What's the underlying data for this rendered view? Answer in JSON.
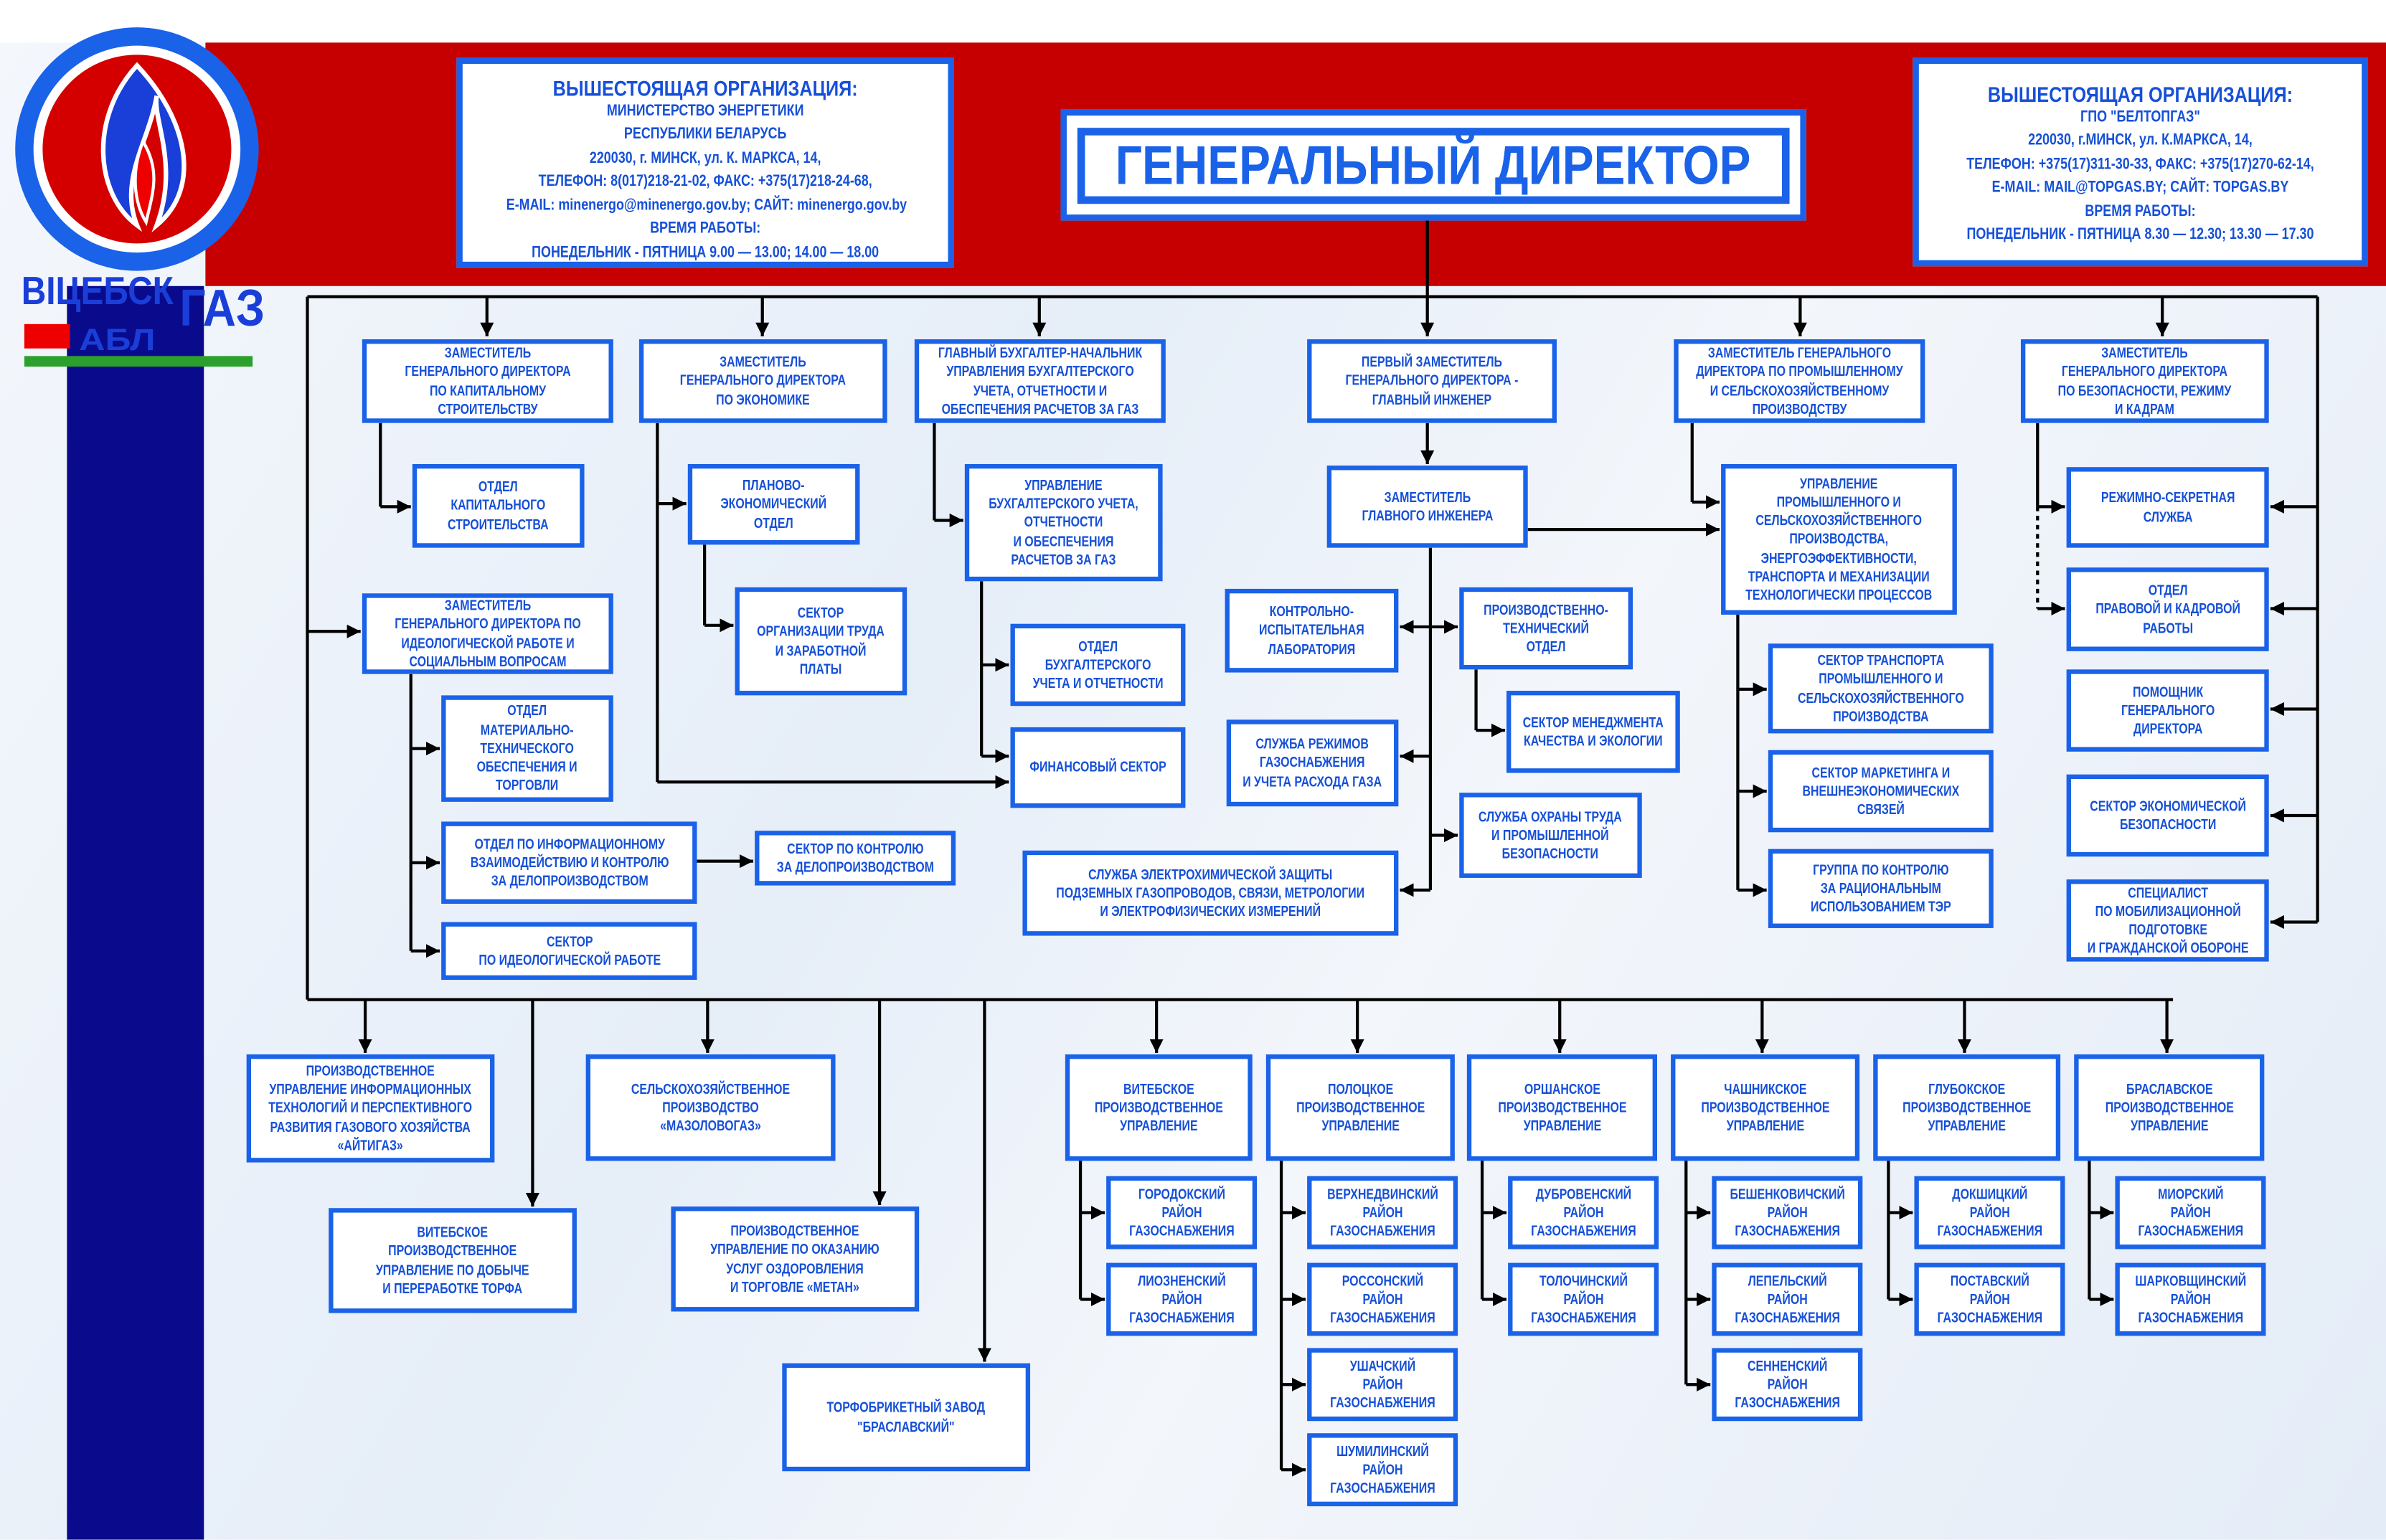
{
  "logo": {
    "text_top": "ВІЦЕБСК",
    "text_bottom": "АБЛ",
    "text_side": "ГАЗ"
  },
  "header": {
    "general_director": "ГЕНЕРАЛЬНЫЙ ДИРЕКТОР",
    "left_org": {
      "title": "ВЫШЕСТОЯЩАЯ ОРГАНИЗАЦИЯ:",
      "lines": [
        "МИНИСТЕРСТВО ЭНЕРГЕТИКИ",
        "РЕСПУБЛИКИ БЕЛАРУСЬ",
        "220030, г. МИНСК, ул. К. МАРКСА, 14,",
        "ТЕЛЕФОН: 8(017)218-21-02, ФАКС: +375(17)218-24-68,",
        "E-MAIL: minenergo@minenergo.gov.by; САЙТ: minenergo.gov.by",
        "ВРЕМЯ РАБОТЫ:",
        "ПОНЕДЕЛЬНИК - ПЯТНИЦА  9.00 — 13.00; 14.00 — 18.00"
      ]
    },
    "right_org": {
      "title": "ВЫШЕСТОЯЩАЯ ОРГАНИЗАЦИЯ:",
      "lines": [
        "ГПО \"БЕЛТОПГАЗ\"",
        "220030, г.МИНСК, ул. К.МАРКСА, 14,",
        "ТЕЛЕФОН: +375(17)311-30-33, ФАКС: +375(17)270-62-14,",
        "E-MAIL: MAIL@TOPGAS.BY; САЙТ: TOPGAS.BY",
        "ВРЕМЯ РАБОТЫ:",
        "ПОНЕДЕЛЬНИК - ПЯТНИЦА  8.30 — 12.30; 13.30 — 17.30"
      ]
    }
  },
  "nodes": {
    "dep_capital": "ЗАМЕСТИТЕЛЬ\nГЕНЕРАЛЬНОГО ДИРЕКТОРА\nПО КАПИТАЛЬНОМУ\nСТРОИТЕЛЬСТВУ",
    "dep_economy": "ЗАМЕСТИТЕЛЬ\nГЕНЕРАЛЬНОГО ДИРЕКТОРА\nПО ЭКОНОМИКЕ",
    "chief_accountant": "ГЛАВНЫЙ БУХГАЛТЕР-НАЧАЛЬНИК\nУПРАВЛЕНИЯ БУХГАЛТЕРСКОГО\nУЧЕТА, ОТЧЕТНОСТИ И\nОБЕСПЕЧЕНИЯ РАСЧЕТОВ ЗА ГАЗ",
    "first_deputy": "ПЕРВЫЙ ЗАМЕСТИТЕЛЬ\nГЕНЕРАЛЬНОГО ДИРЕКТОРА -\nГЛАВНЫЙ ИНЖЕНЕР",
    "dep_industry": "ЗАМЕСТИТЕЛЬ ГЕНЕРАЛЬНОГО\nДИРЕКТОРА ПО ПРОМЫШЛЕННОМУ\nИ СЕЛЬСКОХОЗЯЙСТВЕННОМУ\nПРОИЗВОДСТВУ",
    "dep_security": "ЗАМЕСТИТЕЛЬ\nГЕНЕРАЛЬНОГО ДИРЕКТОРА\nПО  БЕЗОПАСНОСТИ, РЕЖИМУ\nИ КАДРАМ",
    "capital_dept": "ОТДЕЛ\nКАПИТАЛЬНОГО\nСТРОИТЕЛЬСТВА",
    "dep_ideology": "ЗАМЕСТИТЕЛЬ\nГЕНЕРАЛЬНОГО ДИРЕКТОРА ПО\nИДЕОЛОГИЧЕСКОЙ РАБОТЕ И\nСОЦИАЛЬНЫМ ВОПРОСАМ",
    "supply_dept": "ОТДЕЛ\nМАТЕРИАЛЬНО-\nТЕХНИЧЕСКОГО\nОБЕСПЕЧЕНИЯ И\nТОРГОВЛИ",
    "info_dept": "ОТДЕЛ ПО ИНФОРМАЦИОННОМУ\nВЗАИМОДЕЙСТВИЮ И КОНТРОЛЮ\nЗА ДЕЛОПРОИЗВОДСТВОМ",
    "records_sector": "СЕКТОР ПО КОНТРОЛЮ\nЗА ДЕЛОПРОИЗВОДСТВОМ",
    "ideology_sector": "СЕКТОР\nПО ИДЕОЛОГИЧЕСКОЙ РАБОТЕ",
    "planning_dept": "ПЛАНОВО-\nЭКОНОМИЧЕСКИЙ\nОТДЕЛ",
    "labor_sector": "СЕКТОР\nОРГАНИЗАЦИИ ТРУДА\nИ ЗАРАБОТНОЙ\nПЛАТЫ",
    "accounting_mgmt": "УПРАВЛЕНИЕ\nБУХГАЛТЕРСКОГО УЧЕТА,\nОТЧЕТНОСТИ\nИ ОБЕСПЕЧЕНИЯ\nРАСЧЕТОВ ЗА ГАЗ",
    "accounting_dept": "ОТДЕЛ\nБУХГАЛТЕРСКОГО\nУЧЕТА И ОТЧЕТНОСТИ",
    "finance_sector": "ФИНАНСОВЫЙ СЕКТОР",
    "deputy_chief_engineer": "ЗАМЕСТИТЕЛЬ\nГЛАВНОГО ИНЖЕНЕРА",
    "test_lab": "КОНТРОЛЬНО-\nИСПЫТАТЕЛЬНАЯ\nЛАБОРАТОРИЯ",
    "pto": "ПРОИЗВОДСТВЕННО-\nТЕХНИЧЕСКИЙ\nОТДЕЛ",
    "quality_sector": "СЕКТОР МЕНЕДЖМЕНТА\nКАЧЕСТВА И ЭКОЛОГИИ",
    "gas_modes": "СЛУЖБА РЕЖИМОВ\nГАЗОСНАБЖЕНИЯ\nИ УЧЕТА РАСХОДА ГАЗА",
    "labor_safety": "СЛУЖБА ОХРАНЫ ТРУДА\nИ ПРОМЫШЛЕННОЙ\nБЕЗОПАСНОСТИ",
    "ecp_service": "СЛУЖБА ЭЛЕКТРОХИМИЧЕСКОЙ ЗАЩИТЫ\nПОДЗЕМНЫХ ГАЗОПРОВОДОВ, СВЯЗИ, МЕТРОЛОГИИ\nИ ЭЛЕКТРОФИЗИЧЕСКИХ ИЗМЕРЕНИЙ",
    "industry_mgmt": "УПРАВЛЕНИЕ\nПРОМЫШЛЕННОГО И\nСЕЛЬСКОХОЗЯЙСТВЕННОГО\nПРОИЗВОДСТВА,\nЭНЕРГОЭФФЕКТИВНОСТИ,\nТРАНСПОРТА И МЕХАНИЗАЦИИ\nТЕХНОЛОГИЧЕСКИ ПРОЦЕССОВ",
    "transport_sector": "СЕКТОР ТРАНСПОРТА\nПРОМЫШЛЕННОГО И\nСЕЛЬСКОХОЗЯЙСТВЕННОГО\nПРОИЗВОДСТВА",
    "marketing_sector": "СЕКТОР МАРКЕТИНГА И\nВНЕШНЕЭКОНОМИЧЕСКИХ\nСВЯЗЕЙ",
    "energy_group": "ГРУППА ПО КОНТРОЛЮ\nЗА РАЦИОНАЛЬНЫМ\nИСПОЛЬЗОВАНИЕМ ТЭР",
    "secret_service": "РЕЖИМНО-СЕКРЕТНАЯ\nСЛУЖБА",
    "legal_hr": "ОТДЕЛ\nПРАВОВОЙ И КАДРОВОЙ\nРАБОТЫ",
    "assistant": "ПОМОЩНИК\nГЕНЕРАЛЬНОГО\nДИРЕКТОРА",
    "econ_security": "СЕКТОР ЭКОНОМИЧЕСКОЙ\nБЕЗОПАСНОСТИ",
    "mobilization": "СПЕЦИАЛИСТ\nПО МОБИЛИЗАЦИОННОЙ\nПОДГОТОВКЕ\nИ ГРАЖДАНСКОЙ ОБОРОНЕ",
    "aitigaz": "ПРОИЗВОДСТВЕННОЕ\nУПРАВЛЕНИЕ ИНФОРМАЦИОННЫХ\nТЕХНОЛОГИЙ И ПЕРСПЕКТИВНОГО\nРАЗВИТИЯ ГАЗОВОГО ХОЗЯЙСТВА\n«АЙТИГАЗ»",
    "peat": "ВИТЕБСКОЕ\nПРОИЗВОДСТВЕННОЕ\nУПРАВЛЕНИЕ ПО ДОБЫЧЕ\nИ ПЕРЕРАБОТКЕ ТОРФА",
    "mazolovogaz": "СЕЛЬСКОХОЗЯЙСТВЕННОЕ\nПРОИЗВОДСТВО\n«МАЗОЛОВОГАЗ»",
    "metan": "ПРОИЗВОДСТВЕННОЕ\nУПРАВЛЕНИЕ ПО ОКАЗАНИЮ\nУСЛУГ ОЗДОРОВЛЕНИЯ\nИ ТОРГОВЛЕ «МЕТАН»",
    "braslav_plant": "ТОРФОБРИКЕТНЫЙ ЗАВОД\n\"БРАСЛАВСКИЙ\""
  },
  "branches": [
    {
      "name": "ВИТЕБСКОЕ\nПРОИЗВОДСТВЕННОЕ\nУПРАВЛЕНИЕ",
      "subs": [
        "ГОРОДОКСКИЙ\nРАЙОН\nГАЗОСНАБЖЕНИЯ",
        "ЛИОЗНЕНСКИЙ\nРАЙОН\nГАЗОСНАБЖЕНИЯ"
      ]
    },
    {
      "name": "ПОЛОЦКОЕ\nПРОИЗВОДСТВЕННОЕ\nУПРАВЛЕНИЕ",
      "subs": [
        "ВЕРХНЕДВИНСКИЙ\nРАЙОН\nГАЗОСНАБЖЕНИЯ",
        "РОССОНСКИЙ\nРАЙОН\nГАЗОСНАБЖЕНИЯ",
        "УШАЧСКИЙ\nРАЙОН\nГАЗОСНАБЖЕНИЯ",
        "ШУМИЛИНСКИЙ\nРАЙОН\nГАЗОСНАБЖЕНИЯ"
      ]
    },
    {
      "name": "ОРШАНСКОЕ\nПРОИЗВОДСТВЕННОЕ\nУПРАВЛЕНИЕ",
      "subs": [
        "ДУБРОВЕНСКИЙ\nРАЙОН\nГАЗОСНАБЖЕНИЯ",
        "ТОЛОЧИНСКИЙ\nРАЙОН\nГАЗОСНАБЖЕНИЯ"
      ]
    },
    {
      "name": "ЧАШНИКСКОЕ\nПРОИЗВОДСТВЕННОЕ\nУПРАВЛЕНИЕ",
      "subs": [
        "БЕШЕНКОВИЧСКИЙ\nРАЙОН\nГАЗОСНАБЖЕНИЯ",
        "ЛЕПЕЛЬСКИЙ\nРАЙОН\nГАЗОСНАБЖЕНИЯ",
        "СЕННЕНСКИЙ\nРАЙОН\nГАЗОСНАБЖЕНИЯ"
      ]
    },
    {
      "name": "ГЛУБОКСКОЕ\nПРОИЗВОДСТВЕННОЕ\nУПРАВЛЕНИЕ",
      "subs": [
        "ДОКШИЦКИЙ\nРАЙОН\nГАЗОСНАБЖЕНИЯ",
        "ПОСТАВСКИЙ\nРАЙОН\nГАЗОСНАБЖЕНИЯ"
      ]
    },
    {
      "name": "БРАСЛАВСКОЕ\nПРОИЗВОДСТВЕННОЕ\nУПРАВЛЕНИЕ",
      "subs": [
        "МИОРСКИЙ\nРАЙОН\nГАЗОСНАБЖЕНИЯ",
        "ШАРКОВЩИНСКИЙ\nРАЙОН\nГАЗОСНАБЖЕНИЯ"
      ]
    }
  ],
  "colors": {
    "red_band": "#c60000",
    "navy_bar": "#0a0a8c",
    "box_border": "#1a62e8",
    "box_text": "#1650d8"
  }
}
